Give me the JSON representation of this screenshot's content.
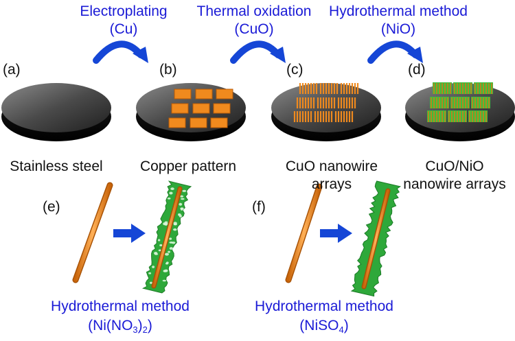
{
  "steps": [
    {
      "name": "Electroplating",
      "product": "(Cu)"
    },
    {
      "name": "Thermal oxidation",
      "product": "(CuO)"
    },
    {
      "name": "Hydrothermal method",
      "product": "(NiO)"
    }
  ],
  "panels": [
    {
      "letter": "(a)",
      "caption": "Stainless steel"
    },
    {
      "letter": "(b)",
      "caption": "Copper pattern"
    },
    {
      "letter": "(c)",
      "caption_line1": "CuO nanowire",
      "caption_line2": "arrays"
    },
    {
      "letter": "(d)",
      "caption_line1": "CuO/NiO",
      "caption_line2": "nanowire arrays"
    }
  ],
  "growth": [
    {
      "letter": "(e)",
      "method": "Hydrothermal method",
      "reagent_prefix": "(Ni(NO",
      "reagent_sub1": "3",
      "reagent_mid": ")",
      "reagent_sub2": "2",
      "reagent_suffix": ")"
    },
    {
      "letter": "(f)",
      "method": "Hydrothermal method",
      "reagent_prefix": "(NiSO",
      "reagent_sub1": "4",
      "reagent_suffix": ")"
    }
  ],
  "colors": {
    "step_text": "#1a1ad6",
    "arrow": "#1546d6",
    "copper": "#f08a1e",
    "nio": "#3cbf3c",
    "disk": "#3a3a3a"
  }
}
